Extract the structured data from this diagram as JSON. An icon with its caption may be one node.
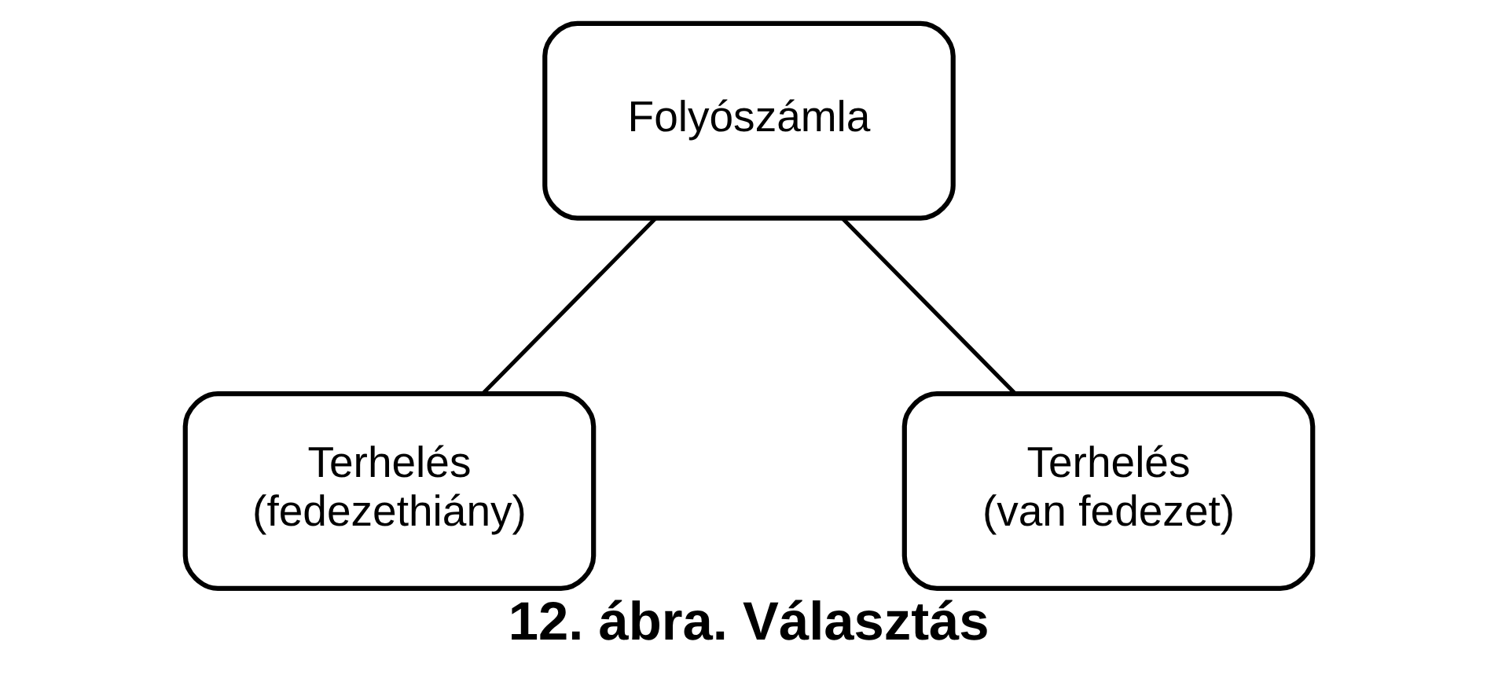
{
  "diagram": {
    "caption": "12. ábra. Választás",
    "nodes": [
      {
        "text": [
          "Folyószámla"
        ]
      },
      {
        "text": [
          "Terhelés (fedezethiány)"
        ]
      },
      {
        "text": [
          "Terhelés (van fedezet)"
        ]
      }
    ],
    "edges": [
      {
        "from": 0,
        "to": 1,
        "arrow": "none"
      },
      {
        "from": 0,
        "to": 2,
        "arrow": "none"
      }
    ]
  }
}
